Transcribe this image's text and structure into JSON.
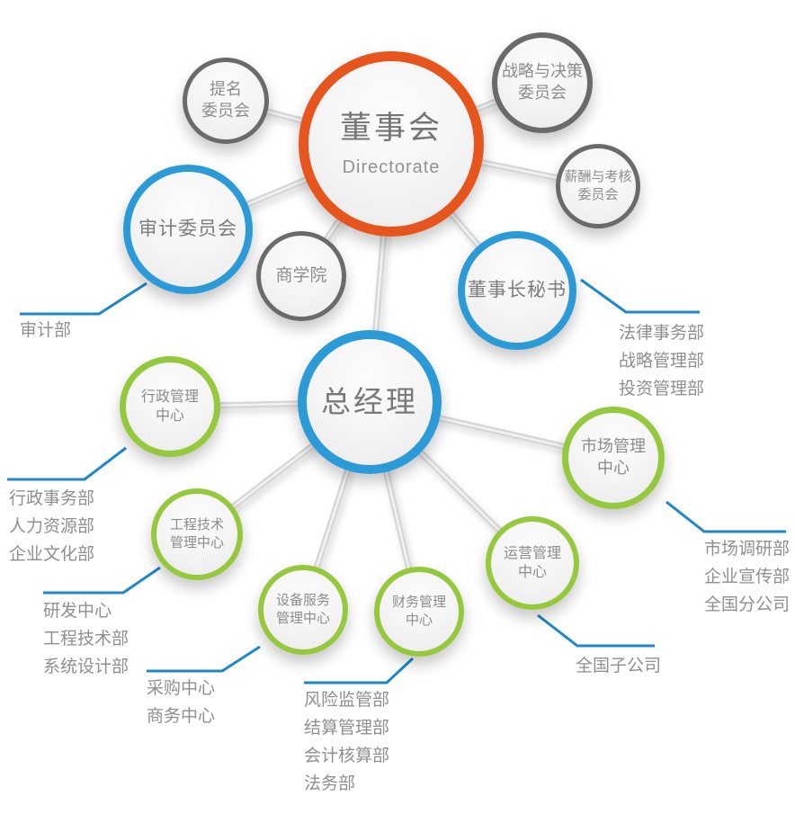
{
  "diagram": {
    "type": "org-chart",
    "colors": {
      "board_ring": "#E7551E",
      "blue_ring": "#2B9AD7",
      "green_ring": "#96C83D",
      "gray_ring": "#6A6A6A",
      "callout_line": "#1C87C9"
    },
    "nodes": {
      "directorate": {
        "line1": "董事会",
        "line2": "Directorate"
      },
      "nomination": {
        "line1": "提名",
        "line2": "委员会"
      },
      "strategy": {
        "line1": "战略与决策",
        "line2": "委员会"
      },
      "compensation": {
        "line1": "薪酬与考核",
        "line2": "委员会"
      },
      "audit_committee": {
        "line1": "审计委员会"
      },
      "business_school": {
        "line1": "商学院"
      },
      "secretary": {
        "line1": "董事长秘书"
      },
      "general_manager": {
        "line1": "总经理"
      },
      "admin_center": {
        "line1": "行政管理",
        "line2": "中心"
      },
      "engineering_center": {
        "line1": "工程技术",
        "line2": "管理中心"
      },
      "equipment_center": {
        "line1": "设备服务",
        "line2": "管理中心"
      },
      "finance_center": {
        "line1": "财务管理",
        "line2": "中心"
      },
      "operations_center": {
        "line1": "运营管理",
        "line2": "中心"
      },
      "market_center": {
        "line1": "市场管理",
        "line2": "中心"
      }
    },
    "lists": {
      "audit": {
        "items": [
          "审计部"
        ]
      },
      "secretary": {
        "items": [
          "法律事务部",
          "战略管理部",
          "投资管理部"
        ]
      },
      "admin": {
        "items": [
          "行政事务部",
          "人力资源部",
          "企业文化部"
        ]
      },
      "engineering": {
        "items": [
          "研发中心",
          "工程技术部",
          "系统设计部"
        ]
      },
      "procurement": {
        "items": [
          "采购中心",
          "商务中心"
        ]
      },
      "finance": {
        "items": [
          "风险监管部",
          "结算管理部",
          "会计核算部",
          "法务部"
        ]
      },
      "operations": {
        "items": [
          "全国子公司"
        ]
      },
      "market": {
        "items": [
          "市场调研部",
          "企业宣传部",
          "全国分公司"
        ]
      }
    }
  }
}
